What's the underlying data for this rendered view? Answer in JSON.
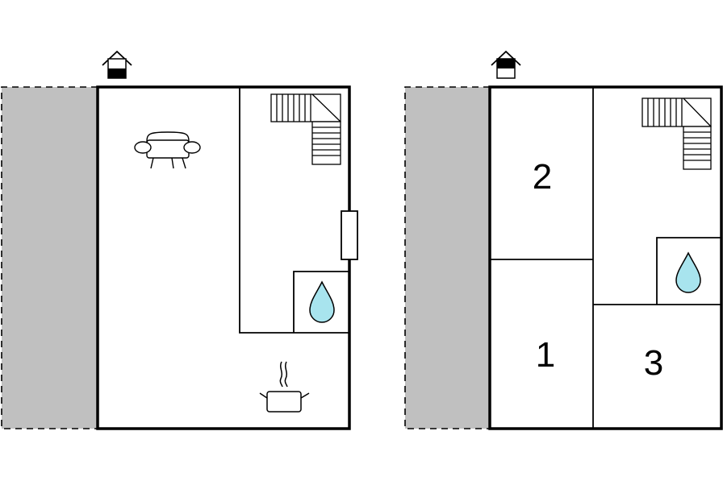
{
  "colors": {
    "terrace": "#c0c0c0",
    "wall": "#000000",
    "water": "#a8e4ee",
    "background": "#ffffff"
  },
  "floors": [
    {
      "level_icon": "house-ground-floor-icon",
      "rooms": [],
      "icons": [
        "stairs-icon",
        "sofa-icon",
        "bathroom-water-drop-icon",
        "kitchen-pot-icon",
        "window-icon"
      ]
    },
    {
      "level_icon": "house-upper-floor-icon",
      "rooms": [
        {
          "number": "2"
        },
        {
          "number": "1"
        },
        {
          "number": "3"
        }
      ],
      "icons": [
        "stairs-icon",
        "bathroom-water-drop-icon"
      ]
    }
  ]
}
